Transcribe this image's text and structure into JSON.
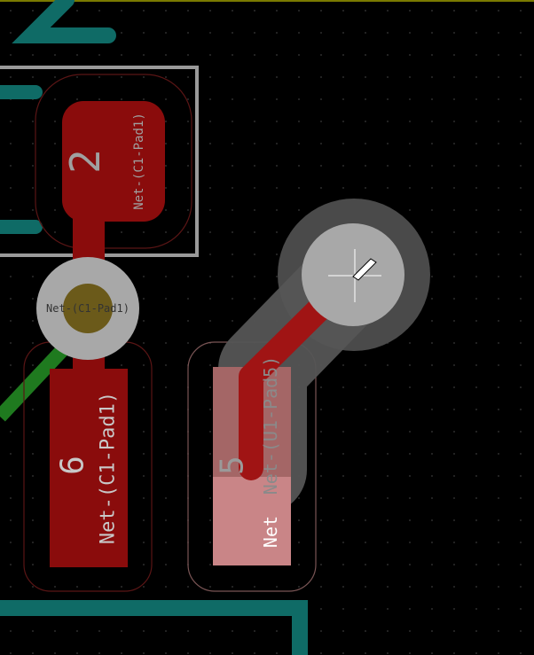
{
  "colors": {
    "background": "#000000",
    "grid_dot": "#3a3a3a",
    "top_edge": "#7a7a00",
    "teal_track": "#0f6b66",
    "green_track": "#1f7a1f",
    "pad_dark_red": "#8a0c0c",
    "pad_outline": "#5a1515",
    "courtyard": "#9a9a9a",
    "via_ring": "#a8a8a8",
    "via_hole": "#6b5a1a",
    "selected_pad": "#c98587",
    "selected_track": "#a01414",
    "highlight_overlay": "#7a7a7a",
    "cursor": "#ffffff"
  },
  "pads": [
    {
      "number": "2",
      "net": "Net-(C1-Pad1)"
    },
    {
      "number": "6",
      "net": "Net-(C1-Pad1)"
    },
    {
      "number": "5",
      "net": "Net-(U1-Pad5)"
    }
  ],
  "via": {
    "net": "Net-(C1-Pad1)"
  },
  "selected_pad_partial_label": "Net"
}
